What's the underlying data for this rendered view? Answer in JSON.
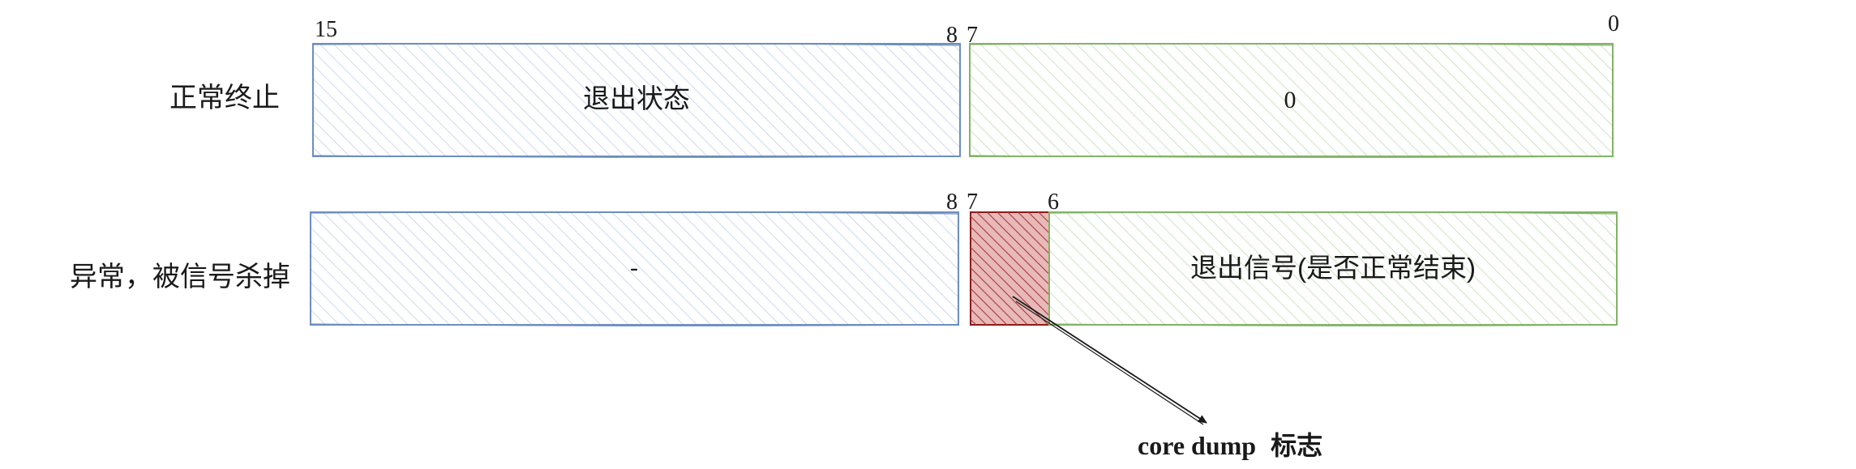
{
  "rows": {
    "normal": {
      "label": "正常终止",
      "high_byte_text": "退出状态",
      "low_byte_text": "0",
      "bits": {
        "b15": "15",
        "b8": "8",
        "b7": "7",
        "b0": "0"
      }
    },
    "killed": {
      "label": "异常，被信号杀掉",
      "high_byte_text": "-",
      "signal_text": "退出信号(是否正常结束)",
      "bits": {
        "b8": "8",
        "b7": "7",
        "b6": "6"
      }
    }
  },
  "annotation": {
    "latin": "core dump",
    "cjk": "标志"
  },
  "colors": {
    "blue_stroke": "#6c8ebf",
    "blue_fill": "#dae8fc",
    "green_stroke": "#82b366",
    "green_fill": "#d5e8d4",
    "red_stroke": "#8b1a1a",
    "red_fill": "#a83a3a"
  }
}
